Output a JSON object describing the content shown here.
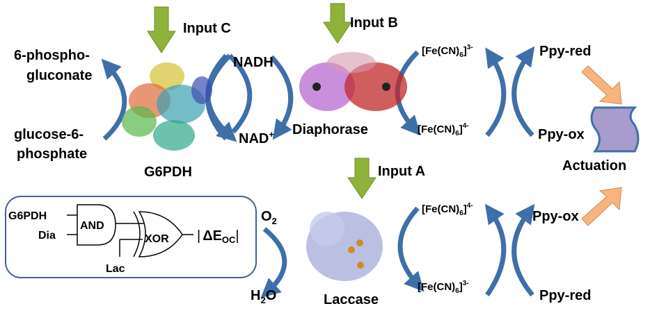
{
  "inputs": {
    "c": "Input C",
    "b": "Input B",
    "a": "Input A"
  },
  "g6pdh_cycle": {
    "product_line1": "6-phospho-",
    "product_line2": "gluconate",
    "substrate_line1": "glucose-6-",
    "substrate_line2": "phosphate",
    "enzyme": "G6PDH"
  },
  "diaphorase_cycle": {
    "nadh": "NADH",
    "nad": "NAD",
    "nad_sup": "+",
    "enzyme": "Diaphorase",
    "fe_top": {
      "base": "[Fe(CN)",
      "sub": "6",
      "close": "]",
      "sup": "3-"
    },
    "fe_bottom": {
      "base": "[Fe(CN)",
      "sub": "6",
      "close": "]",
      "sup": "4-"
    },
    "ppy_top": "Ppy-red",
    "ppy_bottom": "Ppy-ox"
  },
  "actuation": "Actuation",
  "laccase_cycle": {
    "o2": "O",
    "o2_sub": "2",
    "h2o_h": "H",
    "h2o_sub": "2",
    "h2o_o": "O",
    "enzyme": "Laccase",
    "fe_top": {
      "base": "[Fe(CN)",
      "sub": "6",
      "close": "]",
      "sup": "4-"
    },
    "fe_bottom": {
      "base": "[Fe(CN)",
      "sub": "6",
      "close": "]",
      "sup": "3-"
    },
    "ppy_top": "Ppy-ox",
    "ppy_bottom": "Ppy-red"
  },
  "logic": {
    "in1": "G6PDH",
    "in2": "Dia",
    "in3": "Lac",
    "and_gate": "AND",
    "xor_gate": "XOR",
    "output_bar_l": "|",
    "output_delta": "ΔE",
    "output_sub": "OC",
    "output_bar_r": "|"
  },
  "colors": {
    "cycle_arrow": "#3f6fa8",
    "input_arrow": "#8fb33a",
    "actuation_arrow": "#f8b47e",
    "actuator": "#a89ccc"
  }
}
